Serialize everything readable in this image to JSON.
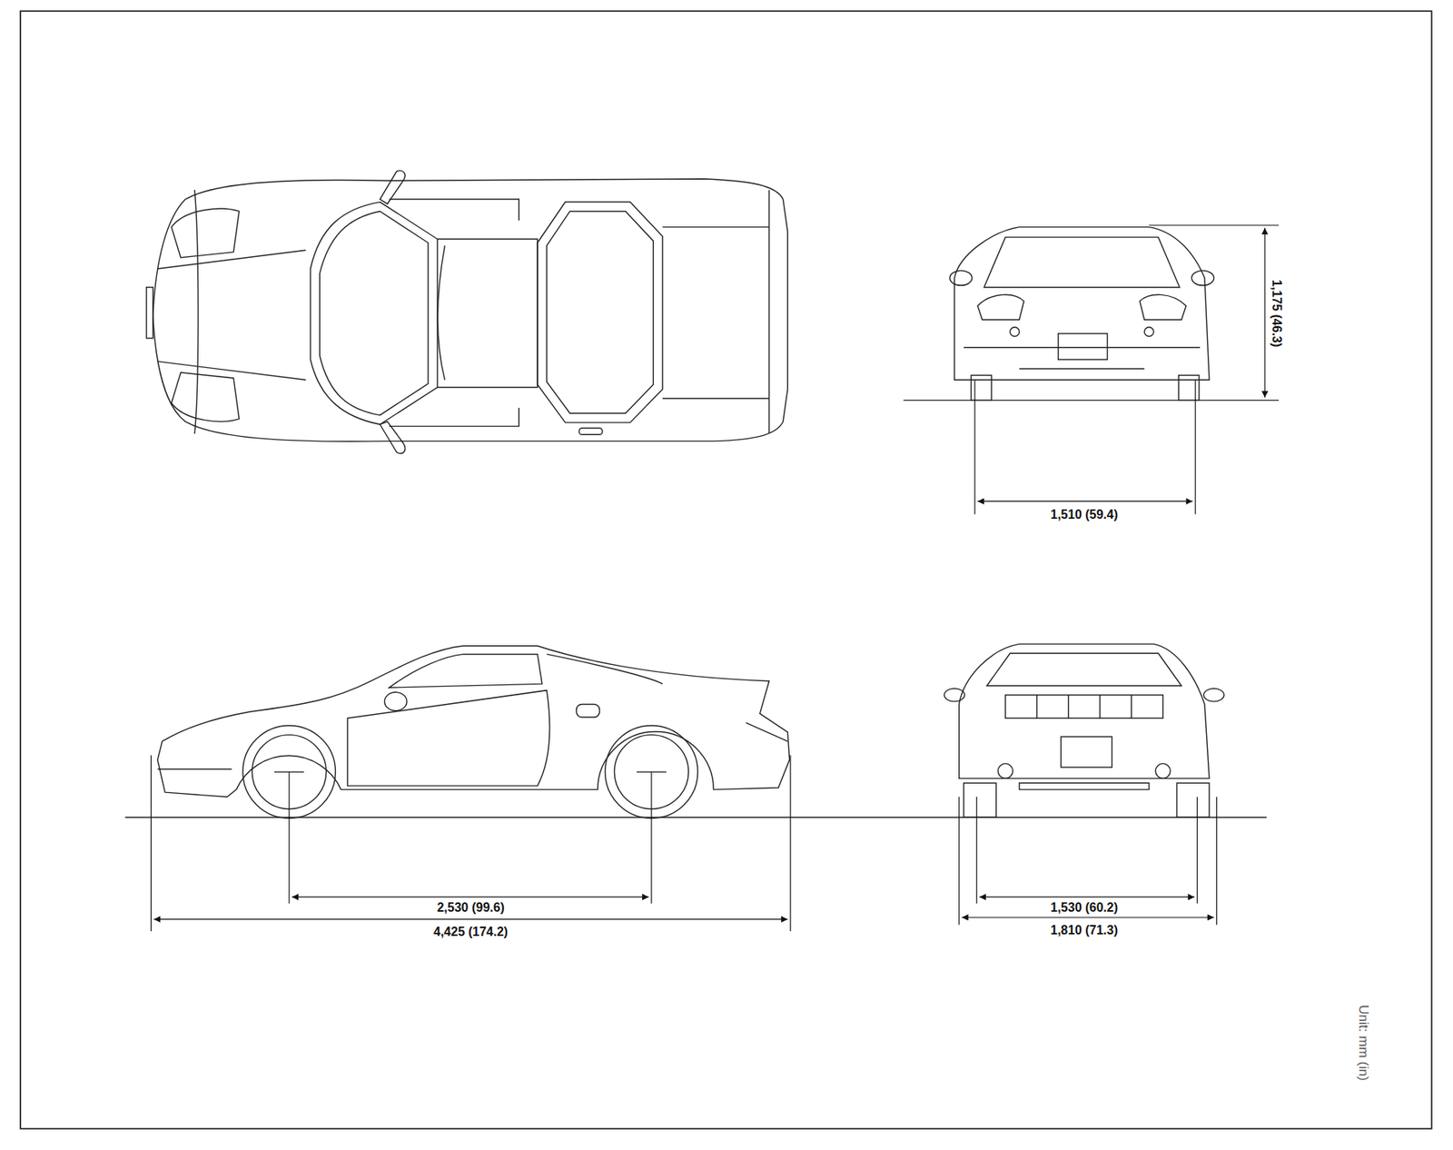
{
  "diagram": {
    "labels": [
      "1,175 (46.3)",
      "1,510 (59.4)",
      "2,530 (99.6)",
      "4,425 (174.2)",
      "1,530 (60.2)",
      "1,810 (71.3)",
      "Unit: mm (in)"
    ]
  }
}
